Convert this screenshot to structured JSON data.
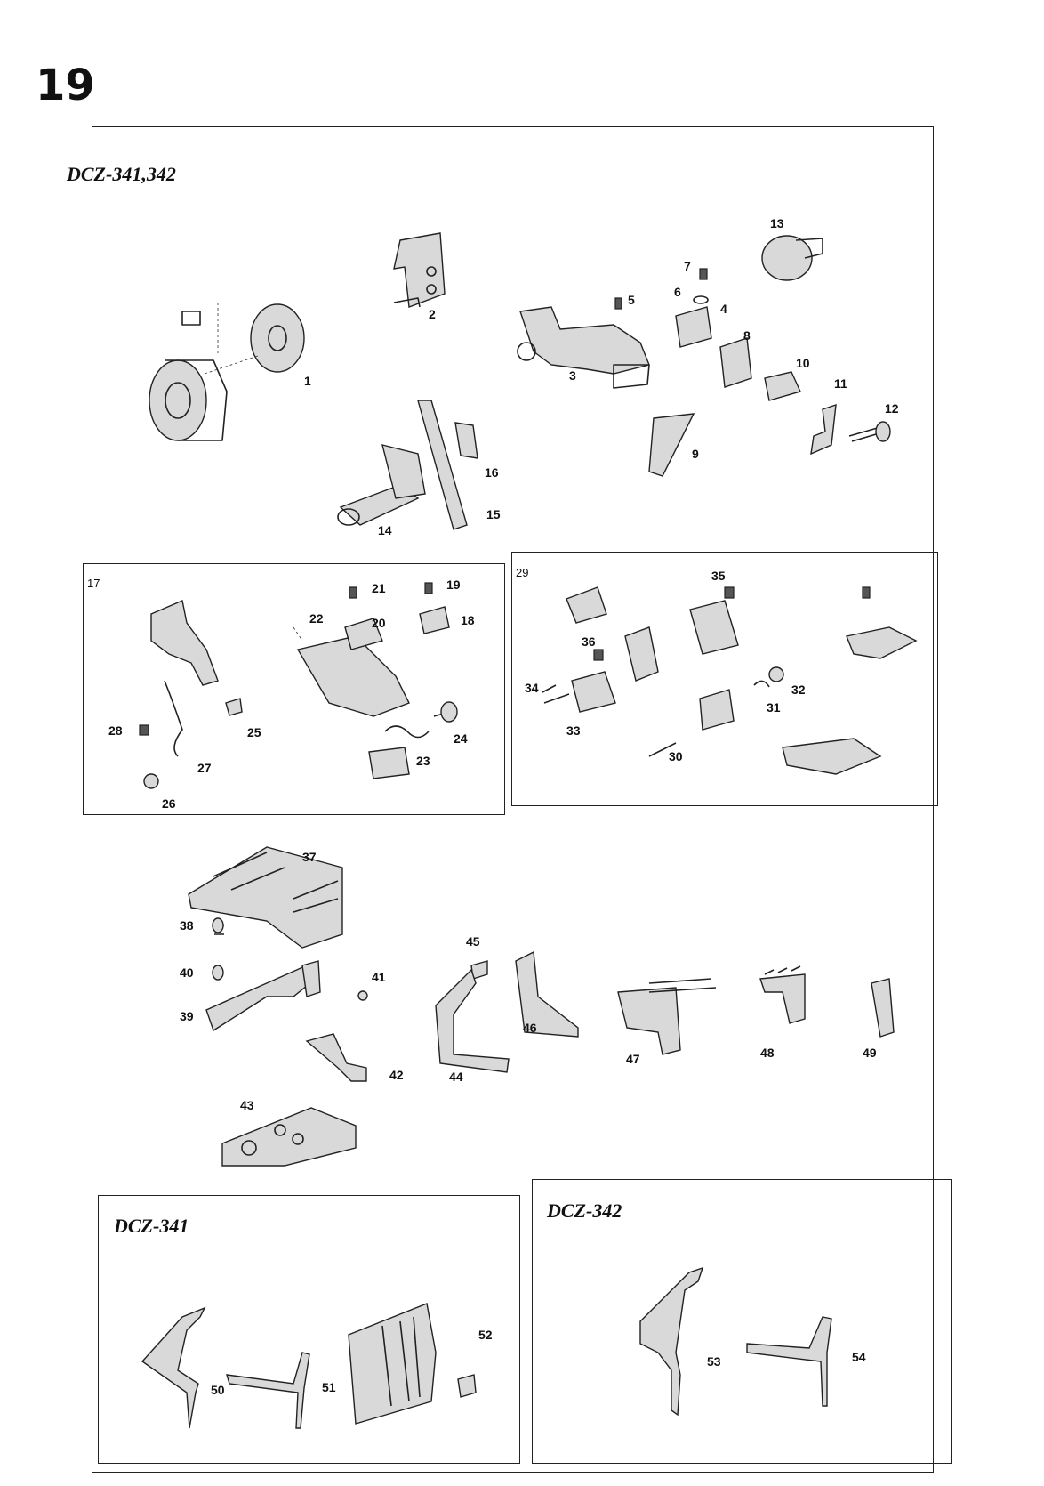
{
  "page_number": "19",
  "sections": {
    "main_title": "DCZ-341,342",
    "sub_left_title": "DCZ-341",
    "sub_right_title": "DCZ-342"
  },
  "callouts": [
    "1",
    "2",
    "3",
    "4",
    "5",
    "6",
    "7",
    "8",
    "9",
    "10",
    "11",
    "12",
    "13",
    "14",
    "15",
    "16",
    "17",
    "18",
    "19",
    "20",
    "21",
    "22",
    "23",
    "24",
    "25",
    "26",
    "27",
    "28",
    "29",
    "30",
    "31",
    "32",
    "33",
    "34",
    "35",
    "36",
    "37",
    "38",
    "39",
    "40",
    "41",
    "42",
    "43",
    "44",
    "45",
    "46",
    "47",
    "48",
    "49",
    "50",
    "51",
    "52",
    "53",
    "54"
  ],
  "colors": {
    "ink": "#222222",
    "part_fill": "#d9d9d9",
    "paper": "#ffffff"
  }
}
